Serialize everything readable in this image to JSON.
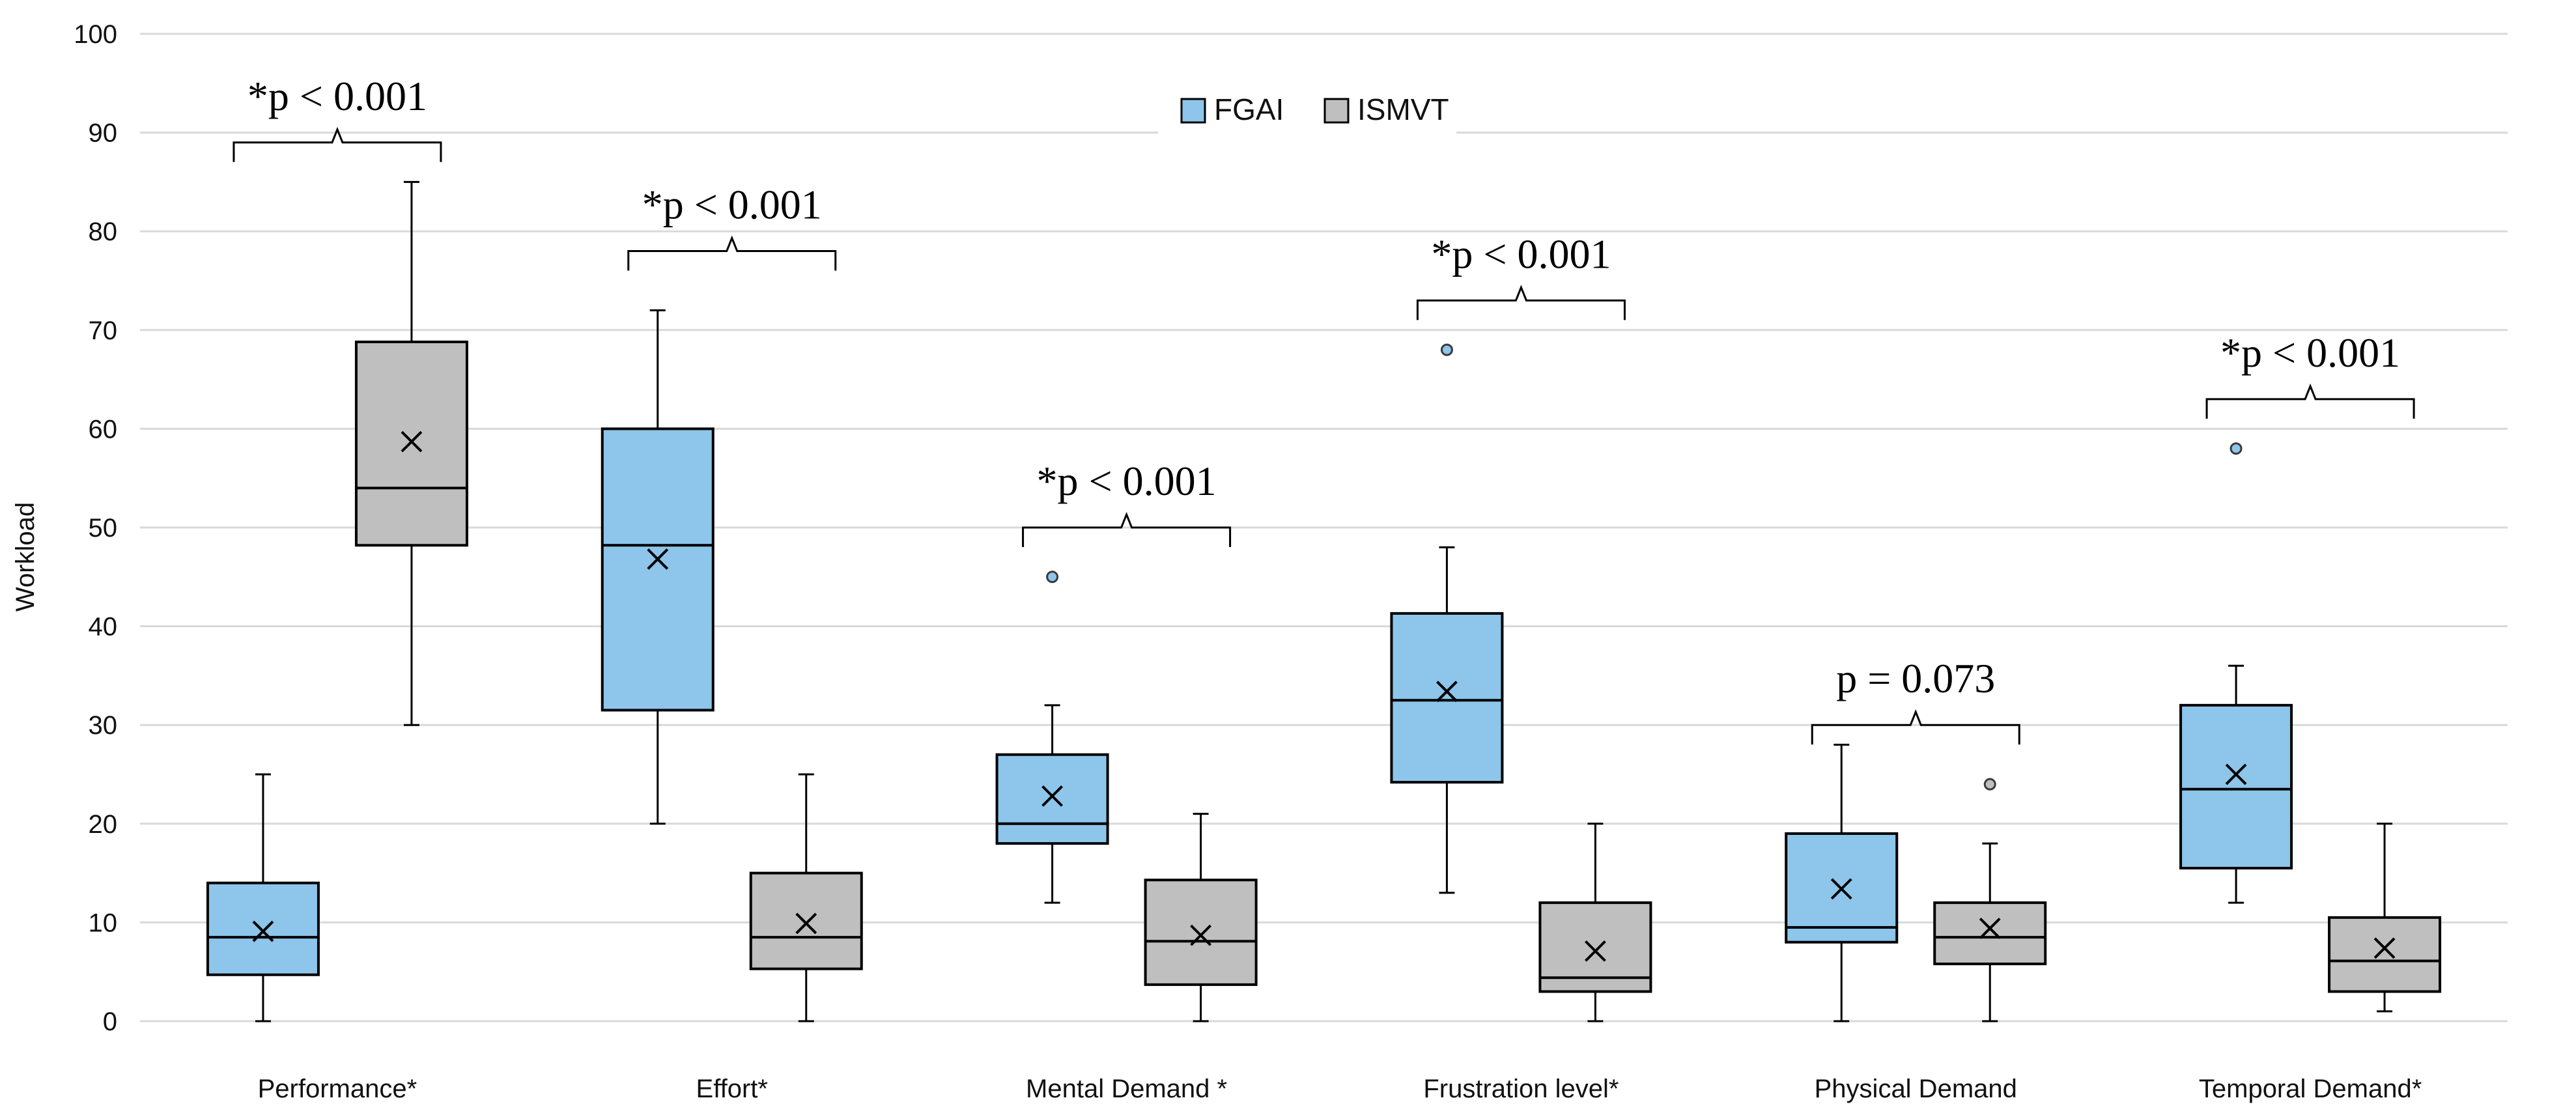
{
  "chart_data": {
    "type": "box",
    "ylabel": "Workload",
    "ylim": [
      0,
      100
    ],
    "yticks": [
      0,
      10,
      20,
      30,
      40,
      50,
      60,
      70,
      80,
      90,
      100
    ],
    "grid": true,
    "legend_position": "top-center",
    "categories": [
      "Performance*",
      "Effort*",
      "Mental Demand *",
      "Frustration level*",
      "Physical Demand",
      "Temporal Demand*"
    ],
    "series": [
      {
        "name": "FGAI",
        "color": "#8ec5ea",
        "boxes": [
          {
            "min": 0,
            "q1": 4.7,
            "median": 8.5,
            "q3": 14,
            "max": 25,
            "mean": 9.1,
            "outliers": []
          },
          {
            "min": 20,
            "q1": 31.5,
            "median": 48.2,
            "q3": 60,
            "max": 72,
            "mean": 46.8,
            "outliers": []
          },
          {
            "min": 12,
            "q1": 18,
            "median": 20,
            "q3": 27,
            "max": 32,
            "mean": 22.8,
            "outliers": [
              45
            ]
          },
          {
            "min": 13,
            "q1": 24.2,
            "median": 32.5,
            "q3": 41.3,
            "max": 48,
            "mean": 33.4,
            "outliers": [
              68
            ]
          },
          {
            "min": 0,
            "q1": 8,
            "median": 9.5,
            "q3": 19,
            "max": 28,
            "mean": 13.4,
            "outliers": []
          },
          {
            "min": 12,
            "q1": 15.5,
            "median": 23.5,
            "q3": 32,
            "max": 36,
            "mean": 25,
            "outliers": [
              58
            ]
          }
        ]
      },
      {
        "name": "ISMVT",
        "color": "#bfbfbf",
        "boxes": [
          {
            "min": 30,
            "q1": 48.2,
            "median": 54,
            "q3": 68.8,
            "max": 85,
            "mean": 58.7,
            "outliers": []
          },
          {
            "min": 0,
            "q1": 5.3,
            "median": 8.5,
            "q3": 15,
            "max": 25,
            "mean": 9.9,
            "outliers": []
          },
          {
            "min": 0,
            "q1": 3.7,
            "median": 8.1,
            "q3": 14.3,
            "max": 21,
            "mean": 8.7,
            "outliers": []
          },
          {
            "min": 0,
            "q1": 3,
            "median": 4.4,
            "q3": 12,
            "max": 20,
            "mean": 7.1,
            "outliers": []
          },
          {
            "min": 0,
            "q1": 5.8,
            "median": 8.5,
            "q3": 12,
            "max": 18,
            "mean": 9.4,
            "outliers": [
              24
            ]
          },
          {
            "min": 1,
            "q1": 3,
            "median": 6.1,
            "q3": 10.5,
            "max": 20,
            "mean": 7.4,
            "outliers": []
          }
        ]
      }
    ],
    "annotations": [
      {
        "category_index": 0,
        "text": "*p < 0.001",
        "level": 89
      },
      {
        "category_index": 1,
        "text": "*p < 0.001",
        "level": 78
      },
      {
        "category_index": 2,
        "text": "*p < 0.001",
        "level": 50
      },
      {
        "category_index": 3,
        "text": "*p < 0.001",
        "level": 73
      },
      {
        "category_index": 4,
        "text": "p = 0.073",
        "level": 30
      },
      {
        "category_index": 5,
        "text": "*p < 0.001",
        "level": 63
      }
    ]
  }
}
